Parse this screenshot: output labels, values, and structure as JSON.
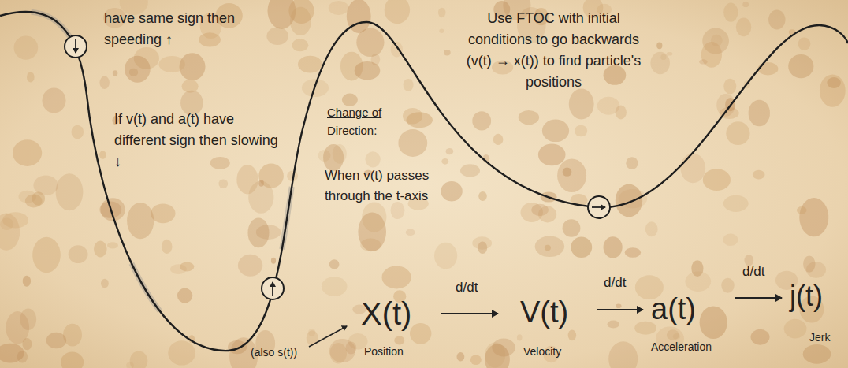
{
  "diagram": {
    "labels": [
      "have same sign then speeding ↑",
      "If v(t) and a(t) have different sign then slowing ↓",
      "Change of Direction:",
      "When v(t) passes through the t-axis",
      "Use FTOC with initial conditions to go backwards (v(t) → x(t)) to find particle's positions",
      "(also s(t))",
      "X(t)",
      "Position",
      "d/dt",
      "V(t)",
      "Velocity",
      "d/dt",
      "a(t)",
      "Acceleration",
      "d/dt",
      "j(t)",
      "Jerk"
    ]
  }
}
